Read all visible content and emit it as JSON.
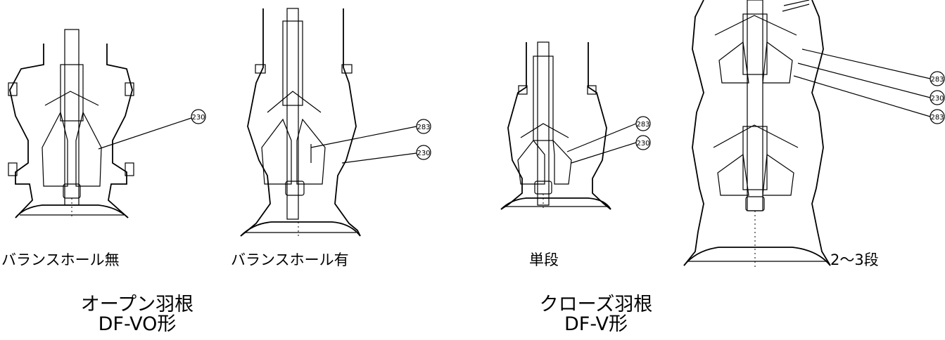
{
  "captions": {
    "open_without_hole": "バランスホール無",
    "open_with_hole": "バランスホール有",
    "closed_single": "単段",
    "closed_multi": "2〜3段"
  },
  "groups": {
    "open": {
      "line1": "オープン羽根",
      "line2": "DF-VO形"
    },
    "closed": {
      "line1": "クローズ羽根",
      "line2": "DF-V形"
    }
  },
  "callouts": {
    "d1": [
      "230"
    ],
    "d2": [
      "283",
      "230"
    ],
    "d3": [
      "283",
      "230"
    ],
    "d4": [
      "283",
      "230",
      "283"
    ]
  }
}
